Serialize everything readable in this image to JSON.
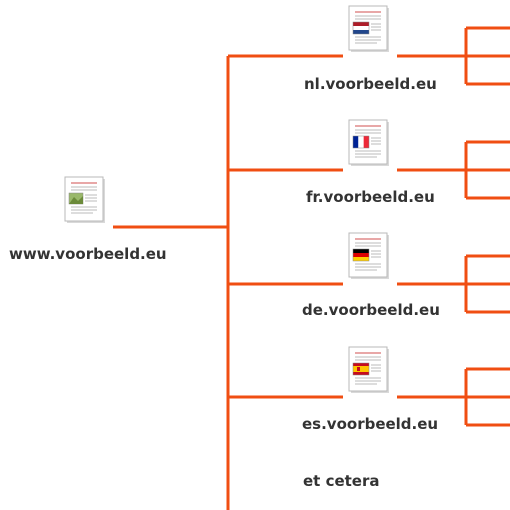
{
  "line_color": "#f04e12",
  "root": {
    "label": "www.voorbeeld.eu",
    "icon": "document-picture-icon"
  },
  "subsites": [
    {
      "label": "nl.voorbeeld.eu",
      "icon": "document-flag-nl-icon",
      "flag": [
        "#ae1c28",
        "#ffffff",
        "#21468b"
      ],
      "flag_direction": "horizontal"
    },
    {
      "label": "fr.voorbeeld.eu",
      "icon": "document-flag-fr-icon",
      "flag": [
        "#002395",
        "#ffffff",
        "#ed2939"
      ],
      "flag_direction": "vertical"
    },
    {
      "label": "de.voorbeeld.eu",
      "icon": "document-flag-de-icon",
      "flag": [
        "#000000",
        "#dd0000",
        "#ffce00"
      ],
      "flag_direction": "horizontal"
    },
    {
      "label": "es.voorbeeld.eu",
      "icon": "document-flag-es-icon",
      "flag": [
        "#c60b1e",
        "#ffc400",
        "#c60b1e"
      ],
      "flag_direction": "horizontal"
    }
  ],
  "more": {
    "label": "et cetera"
  }
}
